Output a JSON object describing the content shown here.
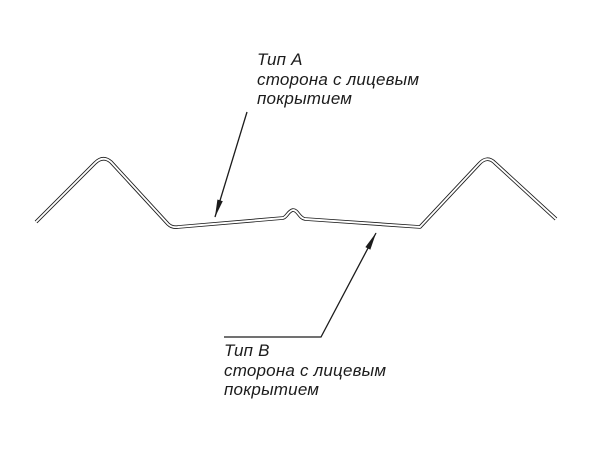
{
  "diagram": {
    "label_a": {
      "title": "Тип A",
      "line1": "сторона с лицевым",
      "line2": "покрытием"
    },
    "label_b": {
      "title": "Тип B",
      "line1": "сторона с лицевым",
      "line2": "покрытием"
    },
    "colors": {
      "line": "#1c1c1c",
      "background": "#ffffff"
    }
  }
}
